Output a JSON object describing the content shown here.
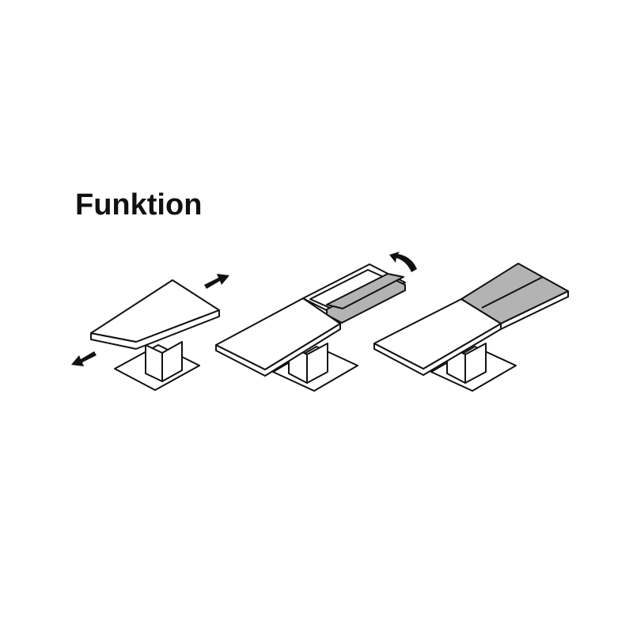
{
  "title": "Funktion",
  "colors": {
    "line": "#111111",
    "leaf": "#b3b3b3",
    "background": "#ffffff"
  },
  "steps": [
    {
      "name": "pull-apart",
      "icon": "double-arrow-icon"
    },
    {
      "name": "unfold-leaf",
      "icon": "curved-arrow-icon"
    },
    {
      "name": "extended",
      "icon": ""
    }
  ]
}
